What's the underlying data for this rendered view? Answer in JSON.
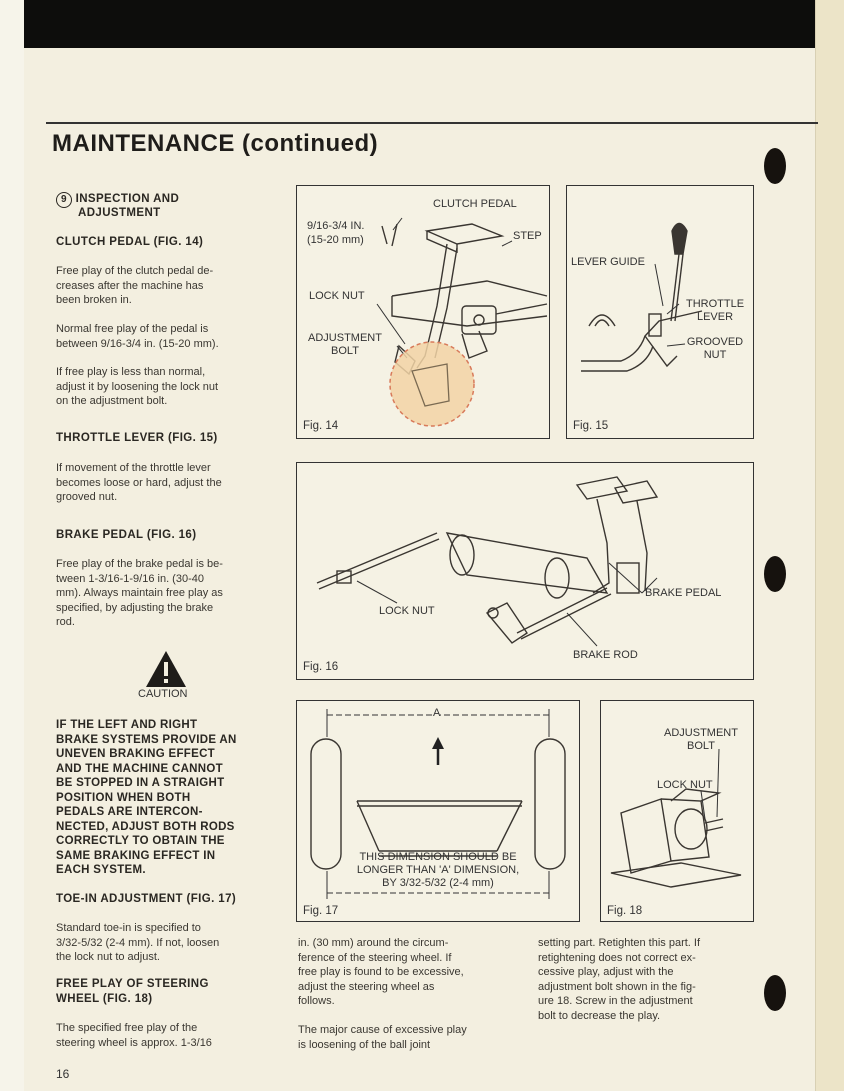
{
  "page": {
    "title": "MAINTENANCE (continued)",
    "page_number": "16"
  },
  "left_column": {
    "section_num": "9",
    "section_title_1": "INSPECTION AND",
    "section_title_2": "ADJUSTMENT",
    "clutch_heading": "CLUTCH PEDAL (FIG. 14)",
    "clutch_p1": [
      "Free play of the clutch pedal de-",
      "creases after the machine has",
      "been broken in."
    ],
    "clutch_p2": [
      "Normal free play of the pedal is",
      "between 9/16-3/4 in. (15-20 mm)."
    ],
    "clutch_p3": [
      "If free play is less than normal,",
      "adjust it by loosening the lock nut",
      "on the adjustment bolt."
    ],
    "throttle_heading": "THROTTLE LEVER (FIG. 15)",
    "throttle_p1": [
      "If movement of the throttle lever",
      "becomes loose or hard, adjust the",
      "grooved nut."
    ],
    "brake_heading": "BRAKE PEDAL (FIG. 16)",
    "brake_p1": [
      "Free play of the brake pedal is be-",
      "tween 1-3/16-1-9/16 in. (30-40",
      "mm). Always maintain free play as",
      "specified, by adjusting the brake",
      "rod."
    ],
    "caution_label": "CAUTION",
    "warning": [
      "IF THE LEFT AND RIGHT",
      "BRAKE SYSTEMS PROVIDE AN",
      "UNEVEN BRAKING EFFECT",
      "AND THE MACHINE CANNOT",
      "BE STOPPED IN A STRAIGHT",
      "POSITION WHEN BOTH",
      "PEDALS ARE INTERCON-",
      "NECTED, ADJUST BOTH RODS",
      "CORRECTLY TO OBTAIN THE",
      "SAME BRAKING EFFECT IN",
      "EACH SYSTEM."
    ],
    "toein_heading": "TOE-IN ADJUSTMENT (FIG. 17)",
    "toein_p1": [
      "Standard toe-in is specified to",
      "3/32-5/32 (2-4 mm). If not, loosen",
      "the lock nut to adjust."
    ],
    "steer_heading_1": "FREE PLAY OF STEERING",
    "steer_heading_2": "WHEEL (FIG. 18)",
    "steer_p1": [
      "The specified free play of the",
      "steering wheel is approx. 1-3/16"
    ]
  },
  "middle_column": {
    "p1": [
      "in. (30 mm) around the circum-",
      "ference of the steering wheel. If",
      "free play is found to be excessive,",
      "adjust the steering wheel as",
      "follows."
    ],
    "p2": [
      "The major cause of excessive play",
      "is loosening of the ball joint"
    ]
  },
  "right_column": {
    "p1": [
      "setting part. Retighten this part. If",
      "retightening does not correct ex-",
      "cessive play, adjust with the",
      "adjustment bolt shown in the fig-",
      "ure 18. Screw in the adjustment",
      "bolt to decrease the play."
    ]
  },
  "figures": {
    "fig14": {
      "caption": "Fig. 14",
      "clutch_pedal": "CLUTCH PEDAL",
      "dim_1": "9/16-3/4 IN.",
      "dim_2": "(15-20 mm)",
      "step": "STEP",
      "lock_nut": "LOCK NUT",
      "adj_1": "ADJUSTMENT",
      "adj_2": "BOLT"
    },
    "fig15": {
      "caption": "Fig. 15",
      "lever_guide": "LEVER GUIDE",
      "throttle_1": "THROTTLE",
      "throttle_2": "LEVER",
      "grooved_1": "GROOVED",
      "grooved_2": "NUT"
    },
    "fig16": {
      "caption": "Fig. 16",
      "lock_nut": "LOCK NUT",
      "brake_pedal": "BRAKE PEDAL",
      "brake_rod": "BRAKE ROD"
    },
    "fig17": {
      "caption": "Fig. 17",
      "dim_a": "A",
      "note_1": "THIS DIMENSION SHOULD BE",
      "note_2": "LONGER THAN 'A' DIMENSION,",
      "note_3": "BY 3/32-5/32 (2-4 mm)"
    },
    "fig18": {
      "caption": "Fig. 18",
      "adj_1": "ADJUSTMENT",
      "adj_2": "BOLT",
      "lock_nut": "LOCK NUT"
    }
  },
  "colors": {
    "paper": "#f3efe0",
    "ink": "#2a2722",
    "stamp": "#f2d3a6"
  }
}
